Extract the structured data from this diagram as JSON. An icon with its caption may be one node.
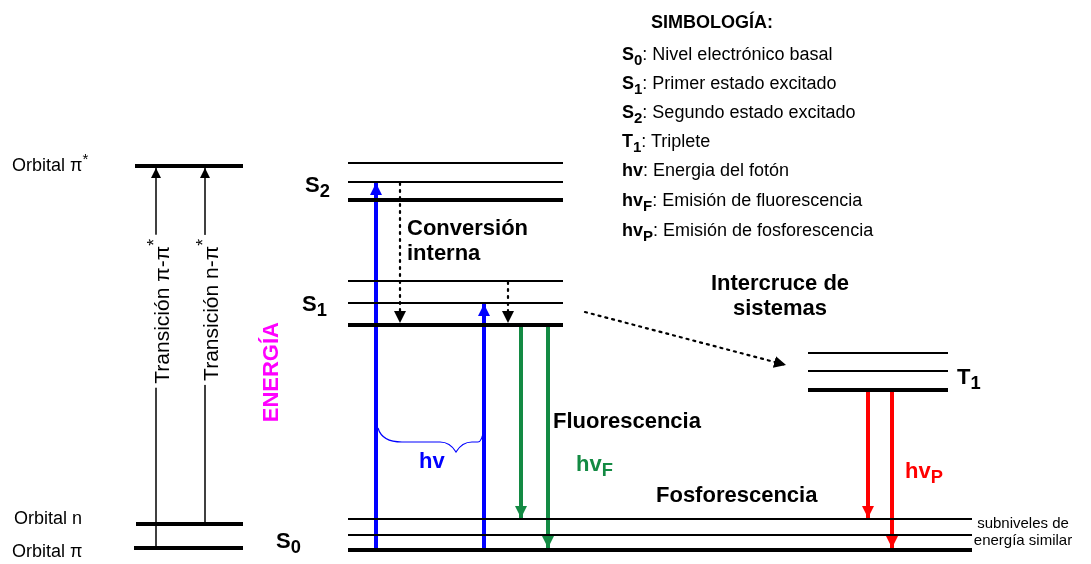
{
  "diagram": {
    "nodes": [
      {
        "text": [],
        "shape": "bar",
        "beside": [
          "Orbital π$^{*}$"
        ]
      },
      {
        "text": [],
        "shape": "bar",
        "beside": [
          "Orbital n"
        ]
      },
      {
        "text": [],
        "shape": "bar",
        "beside": [
          "Orbital π"
        ]
      },
      {
        "text": [],
        "shape": "bar"
      },
      {
        "text": [],
        "shape": "bar"
      },
      {
        "text": [],
        "shape": "bar",
        "beside": [
          "S$_{2}$"
        ]
      },
      {
        "text": [],
        "shape": "bar"
      },
      {
        "text": [],
        "shape": "bar"
      },
      {
        "text": [],
        "shape": "bar",
        "beside": [
          "S$_{1}$"
        ]
      },
      {
        "text": [],
        "shape": "bar"
      },
      {
        "text": [],
        "shape": "bar"
      },
      {
        "text": [],
        "shape": "bar",
        "beside": [
          "T$_{1}$"
        ]
      },
      {
        "text": [],
        "shape": "bar"
      },
      {
        "text": [],
        "shape": "bar"
      },
      {
        "text": [],
        "shape": "bar",
        "beside": [
          "S$_{0}$"
        ]
      }
    ],
    "edges": [
      {
        "from": 2,
        "to": 0,
        "arrow": "to",
        "label": "Transición π-π$^{*}$"
      },
      {
        "from": 1,
        "to": 0,
        "arrow": "to",
        "label": "Transición n-π$^{*}$"
      },
      {
        "from": 14,
        "to": 4,
        "arrow": "to",
        "color": "#0000ff"
      },
      {
        "from": 14,
        "to": 7,
        "arrow": "to",
        "color": "#0000ff"
      },
      {
        "from": 4,
        "to": 8,
        "arrow": "to",
        "style": "dashed"
      },
      {
        "from": 6,
        "to": 8,
        "arrow": "to",
        "style": "dashed"
      },
      {
        "from": 8,
        "to": 12,
        "arrow": "to",
        "color": "#138a43"
      },
      {
        "from": 8,
        "to": 14,
        "arrow": "to",
        "color": "#138a43"
      },
      {
        "from": 8,
        "to": 10,
        "arrow": "to",
        "style": "dashed"
      },
      {
        "from": 11,
        "to": 12,
        "arrow": "to",
        "color": "#ff0000"
      },
      {
        "from": 11,
        "to": 14,
        "arrow": "to",
        "color": "#ff0000"
      }
    ],
    "labels": [
      "SIMBOLOGÍA:",
      "**S$_{0}$**: Nivel electrónico basal",
      "**S$_{1}$**: Primer estado excitado",
      "**S$_{2}$**: Segundo estado excitado",
      "**T$_{1}$**: Triplete",
      "**hv**: Energia del fotón",
      "**hv$_{F}$**: Emisión de fluorescencia",
      "**hv$_{P}$**: Emisión de fosforescencia",
      "Conversión interna",
      "Intercruce de sistemas",
      "ENERGÍA",
      "Fluorescencia",
      "hv",
      "hv$_{F}$",
      "Fosforescencia",
      "hv$_{P}$",
      "subniveles de energía similar"
    ]
  }
}
